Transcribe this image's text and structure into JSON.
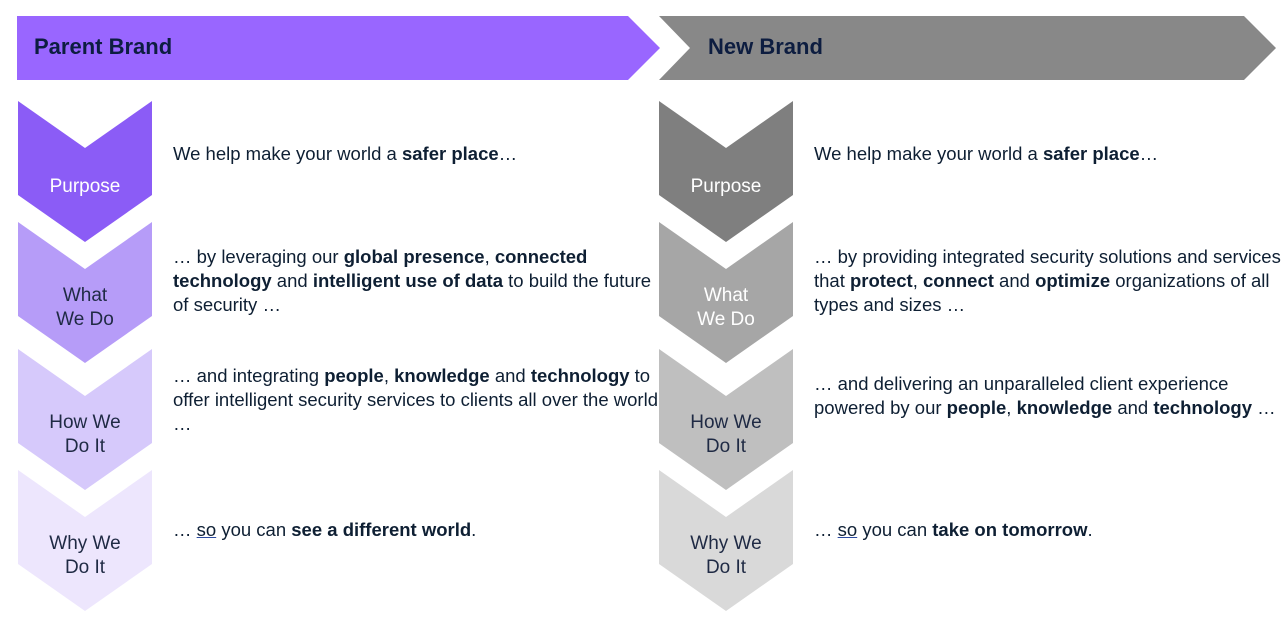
{
  "columns": [
    {
      "title": "Parent Brand",
      "chevron_colors": [
        "#8b5cf6",
        "#b69cf8",
        "#d6c9fb",
        "#ede6fd"
      ],
      "chevron_text_colors": [
        "#ffffff",
        "#1f2a44",
        "#1f2a44",
        "#1f2a44"
      ],
      "rows": [
        {
          "label": "Purpose",
          "text": [
            {
              "t": "We help make your world a "
            },
            {
              "t": "safer place",
              "b": true
            },
            {
              "t": "…"
            }
          ]
        },
        {
          "label": "What\nWe Do",
          "text": [
            {
              "t": "… by leveraging our "
            },
            {
              "t": "global presence",
              "b": true
            },
            {
              "t": ", "
            },
            {
              "t": "connected technology",
              "b": true
            },
            {
              "t": " and "
            },
            {
              "t": "intelligent use of data",
              "b": true
            },
            {
              "t": " to build the future of security …"
            }
          ]
        },
        {
          "label": "How We\nDo It",
          "text": [
            {
              "t": "… and integrating "
            },
            {
              "t": "people",
              "b": true
            },
            {
              "t": ", "
            },
            {
              "t": "knowledge",
              "b": true
            },
            {
              "t": " and "
            },
            {
              "t": "technology",
              "b": true
            },
            {
              "t": " to offer intelligent security services to clients all over the world …"
            }
          ]
        },
        {
          "label": "Why We\nDo It",
          "text": [
            {
              "t": "… "
            },
            {
              "t": "so",
              "u": true
            },
            {
              "t": " you can "
            },
            {
              "t": "see a different world",
              "b": true
            },
            {
              "t": "."
            }
          ]
        }
      ]
    },
    {
      "title": "New Brand",
      "chevron_colors": [
        "#7f7f7f",
        "#a6a6a6",
        "#bfbfbf",
        "#d9d9d9"
      ],
      "chevron_text_colors": [
        "#ffffff",
        "#ffffff",
        "#1f2a44",
        "#1f2a44"
      ],
      "rows": [
        {
          "label": "Purpose",
          "text": [
            {
              "t": "We help make your world a "
            },
            {
              "t": "safer place",
              "b": true
            },
            {
              "t": "…"
            }
          ]
        },
        {
          "label": "What\nWe Do",
          "text": [
            {
              "t": "… by providing integrated security solutions and services that "
            },
            {
              "t": "protect",
              "b": true
            },
            {
              "t": ", "
            },
            {
              "t": "connect",
              "b": true
            },
            {
              "t": " and "
            },
            {
              "t": "optimize",
              "b": true
            },
            {
              "t": " organizations of all types and sizes …"
            }
          ]
        },
        {
          "label": "How We\nDo It",
          "text": [
            {
              "t": "… and delivering an unparalleled client experience powered by our "
            },
            {
              "t": "people",
              "b": true
            },
            {
              "t": ", "
            },
            {
              "t": "knowledge",
              "b": true
            },
            {
              "t": " and "
            },
            {
              "t": "technology",
              "b": true
            },
            {
              "t": " …"
            }
          ]
        },
        {
          "label": "Why We\nDo It",
          "text": [
            {
              "t": "… "
            },
            {
              "t": "so",
              "u": true
            },
            {
              "t": " you can "
            },
            {
              "t": "take on tomorrow",
              "b": true
            },
            {
              "t": "."
            }
          ]
        }
      ]
    }
  ]
}
